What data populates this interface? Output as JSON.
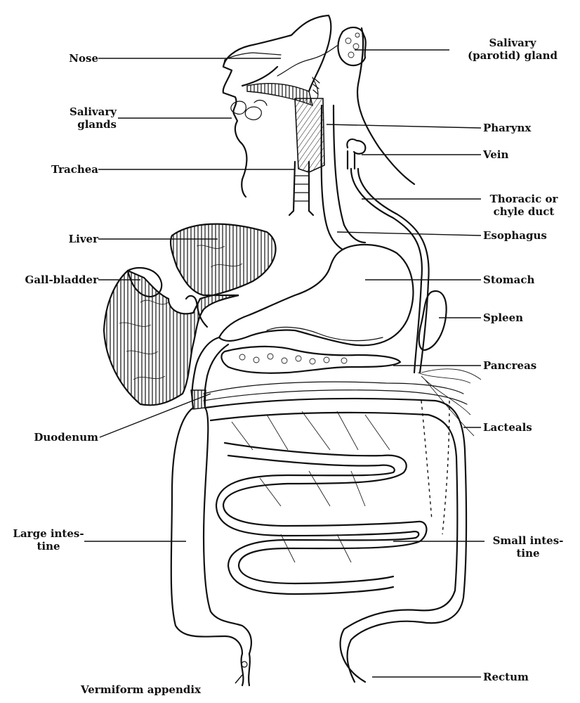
{
  "labels": {
    "nose": "Nose",
    "salivary_glands_1": "Salivary",
    "salivary_glands_2": "glands",
    "trachea": "Trachea",
    "liver": "Liver",
    "gall_bladder": "Gall-bladder",
    "duodenum": "Duodenum",
    "large_intestine_1": "Large intes-",
    "large_intestine_2": "tine",
    "vermiform_appendix": "Vermiform appendix",
    "parotid_1": "Salivary",
    "parotid_2": "(parotid) gland",
    "pharynx": "Pharynx",
    "vein": "Vein",
    "thoracic_1": "Thoracic or",
    "thoracic_2": "chyle duct",
    "esophagus": "Esophagus",
    "stomach": "Stomach",
    "spleen": "Spleen",
    "pancreas": "Pancreas",
    "lacteals": "Lacteals",
    "small_intestine_1": "Small intes-",
    "small_intestine_2": "tine",
    "rectum": "Rectum"
  }
}
